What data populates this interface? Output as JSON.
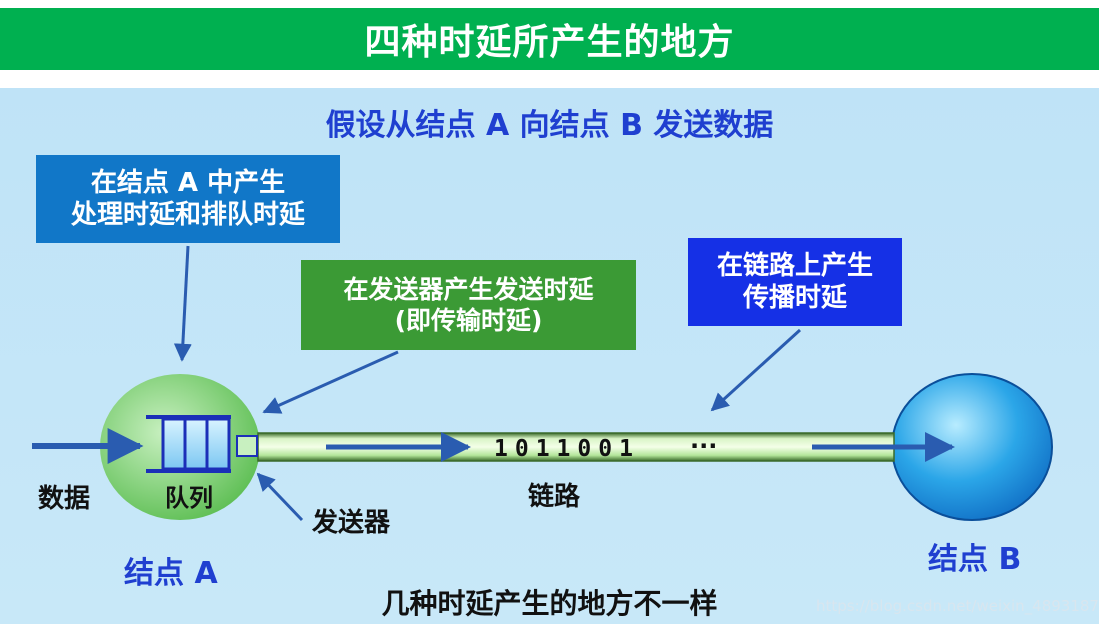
{
  "title": "四种时延所产生的地方",
  "subtitle": "假设从结点 A 向结点 B 发送数据",
  "callouts": {
    "node_a": [
      "在结点 A 中产生",
      "处理时延和排队时延"
    ],
    "transmitter": [
      "在发送器产生发送时延",
      "(即传输时延)"
    ],
    "link": [
      "在链路上产生",
      "传播时延"
    ]
  },
  "labels": {
    "data": "数据",
    "queue": "队列",
    "transmitter": "发送器",
    "link": "链路",
    "node_a": "结点 A",
    "node_b": "结点 B",
    "bits": "1011001",
    "ellipsis": "···"
  },
  "footer": "几种时延产生的地方不一样",
  "watermark": "https://blog.csdn.net/weixin_48931875",
  "colors": {
    "title_bg": "#00b050",
    "panel_bg": "#c3e5f8",
    "accent_blue": "#1f3fd0",
    "box_node_a": "#1177c8",
    "box_transmitter": "#3b9a35",
    "box_link": "#1530e6",
    "arrow": "#2a5cb0"
  }
}
